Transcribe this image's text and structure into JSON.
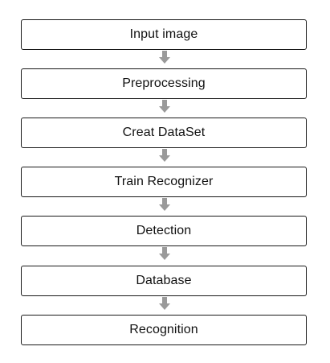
{
  "diagram": {
    "steps": [
      {
        "label": "Input image"
      },
      {
        "label": "Preprocessing"
      },
      {
        "label": "Creat DataSet"
      },
      {
        "label": "Train Recognizer"
      },
      {
        "label": "Detection"
      },
      {
        "label": "Database"
      },
      {
        "label": "Recognition"
      }
    ],
    "arrow_color": "#9a9a9a",
    "border_color": "#1a1a1a"
  }
}
